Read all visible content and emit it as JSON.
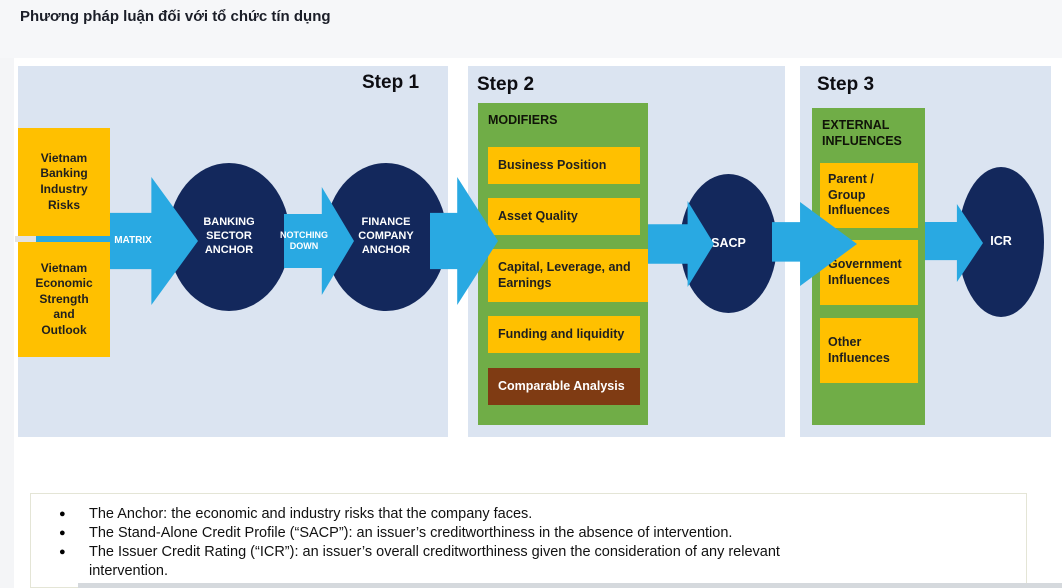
{
  "title": "Phương pháp luận đối với tổ chức tín dụng",
  "steps": {
    "step1_label": "Step 1",
    "step2_label": "Step 2",
    "step3_label": "Step 3"
  },
  "step1": {
    "industry_box": "Vietnam\nBanking\nIndustry\nRisks",
    "economic_box": "Vietnam\nEconomic\nStrength\nand\nOutlook",
    "matrix_arrow_label": "MATRIX",
    "banking_anchor": "BANKING\nSECTOR\nANCHOR",
    "notching_arrow_label": "NOTCHING\nDOWN",
    "finance_anchor": "FINANCE\nCOMPANY\nANCHOR"
  },
  "step2": {
    "header": "MODIFIERS",
    "modifiers": [
      "Business Position",
      "Asset Quality",
      "Capital, Leverage, and Earnings",
      "Funding and liquidity",
      "Comparable Analysis"
    ],
    "sacp": "SACP"
  },
  "step3": {
    "header": "EXTERNAL\nINFLUENCES",
    "influences": [
      "Parent /\nGroup\nInfluences",
      "Government\nInfluences",
      "Other\nInfluences"
    ],
    "icr": "ICR"
  },
  "notes": {
    "bullets": [
      "The Anchor: the economic and industry risks that the company faces.",
      "The Stand-Alone Credit Profile (“SACP”): an issuer’s creditworthiness in the absence of intervention.",
      "The Issuer Credit Rating (“ICR”): an issuer’s overall creditworthiness given the consideration of any relevant\nintervention."
    ],
    "bullet_glyph": "●"
  },
  "colors": {
    "panel_bg": "#dbe4f1",
    "accent_yellow": "#ffc000",
    "accent_navy": "#13285c",
    "accent_cyan": "#29a9e2",
    "accent_green": "#70ad47",
    "accent_brown": "#7f3b13",
    "top_band": "#f6f7f9"
  }
}
